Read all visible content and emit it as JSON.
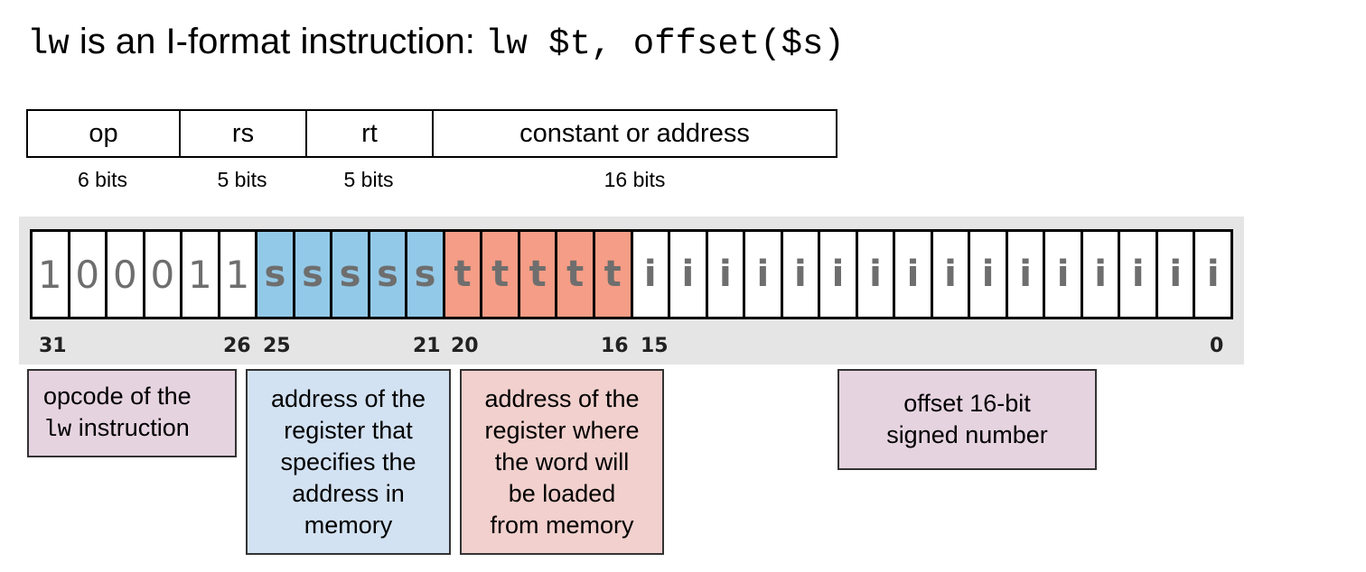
{
  "title": {
    "mnemonic": "lw",
    "text": " is an I-format instruction: ",
    "syntax": "lw $t, offset($s)"
  },
  "format_fields": [
    {
      "name": "op",
      "bits": "6 bits"
    },
    {
      "name": "rs",
      "bits": "5 bits"
    },
    {
      "name": "rt",
      "bits": "5 bits"
    },
    {
      "name": "constant or address",
      "bits": "16 bits"
    }
  ],
  "bits": [
    "1",
    "0",
    "0",
    "0",
    "1",
    "1",
    "s",
    "s",
    "s",
    "s",
    "s",
    "t",
    "t",
    "t",
    "t",
    "t",
    "i",
    "i",
    "i",
    "i",
    "i",
    "i",
    "i",
    "i",
    "i",
    "i",
    "i",
    "i",
    "i",
    "i",
    "i",
    "i"
  ],
  "bit_colors": {
    "rs": "#93c9e8",
    "rt": "#f59d86",
    "band": "#e5e5e5"
  },
  "bit_numbers": [
    "31",
    "26",
    "25",
    "21",
    "20",
    "16",
    "15",
    "0"
  ],
  "notes": {
    "opcode_line1": "opcode of the",
    "opcode_mono": "lw",
    "opcode_line2": " instruction",
    "rs": "address of the\nregister that\nspecifies the\naddress in\nmemory",
    "rt": "address of the\nregister where\nthe word will\nbe loaded\nfrom memory",
    "offset": "offset 16-bit\nsigned number"
  }
}
